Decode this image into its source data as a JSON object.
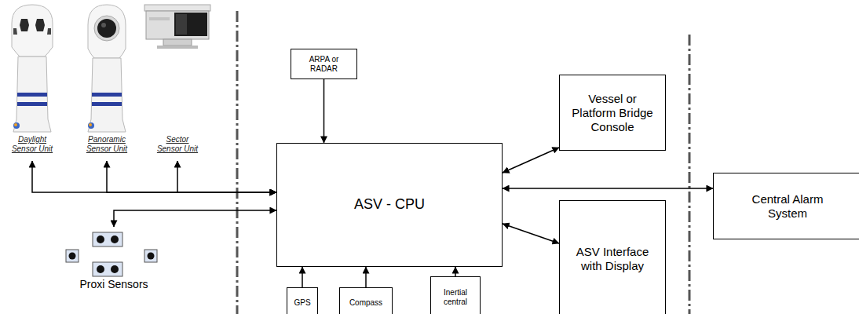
{
  "diagram": {
    "nodes": [
      {
        "text": [
          "Daylight Sensor Unit"
        ]
      },
      {
        "text": [
          "Panoramic Sensor Unit"
        ]
      },
      {
        "text": [
          "Sector Sensor Unit"
        ]
      },
      {
        "text": [
          "Proxi Sensors"
        ]
      },
      {
        "text": [
          "ARPA or RADAR"
        ]
      },
      {
        "text": [
          "ASV - CPU"
        ]
      },
      {
        "text": [
          "Vessel or Platform Bridge Console"
        ]
      },
      {
        "text": [
          "ASV Interface with Display"
        ]
      },
      {
        "text": [
          "Central Alarm System"
        ]
      },
      {
        "text": [
          "GPS"
        ]
      },
      {
        "text": [
          "Compass"
        ]
      },
      {
        "text": [
          "Inertial central"
        ]
      }
    ],
    "edges": [
      {
        "from": 0,
        "to": 5,
        "arrow": "both"
      },
      {
        "from": 1,
        "to": 5,
        "arrow": "both"
      },
      {
        "from": 2,
        "to": 5,
        "arrow": "both"
      },
      {
        "from": 3,
        "to": 5,
        "arrow": "both"
      },
      {
        "from": 4,
        "to": 5,
        "arrow": "to"
      },
      {
        "from": 5,
        "to": 6,
        "arrow": "both"
      },
      {
        "from": 5,
        "to": 7,
        "arrow": "both"
      },
      {
        "from": 5,
        "to": 8,
        "arrow": "both"
      },
      {
        "from": 9,
        "to": 5,
        "arrow": "to"
      },
      {
        "from": 10,
        "to": 5,
        "arrow": "to"
      },
      {
        "from": 11,
        "to": 5,
        "arrow": "to"
      }
    ]
  }
}
